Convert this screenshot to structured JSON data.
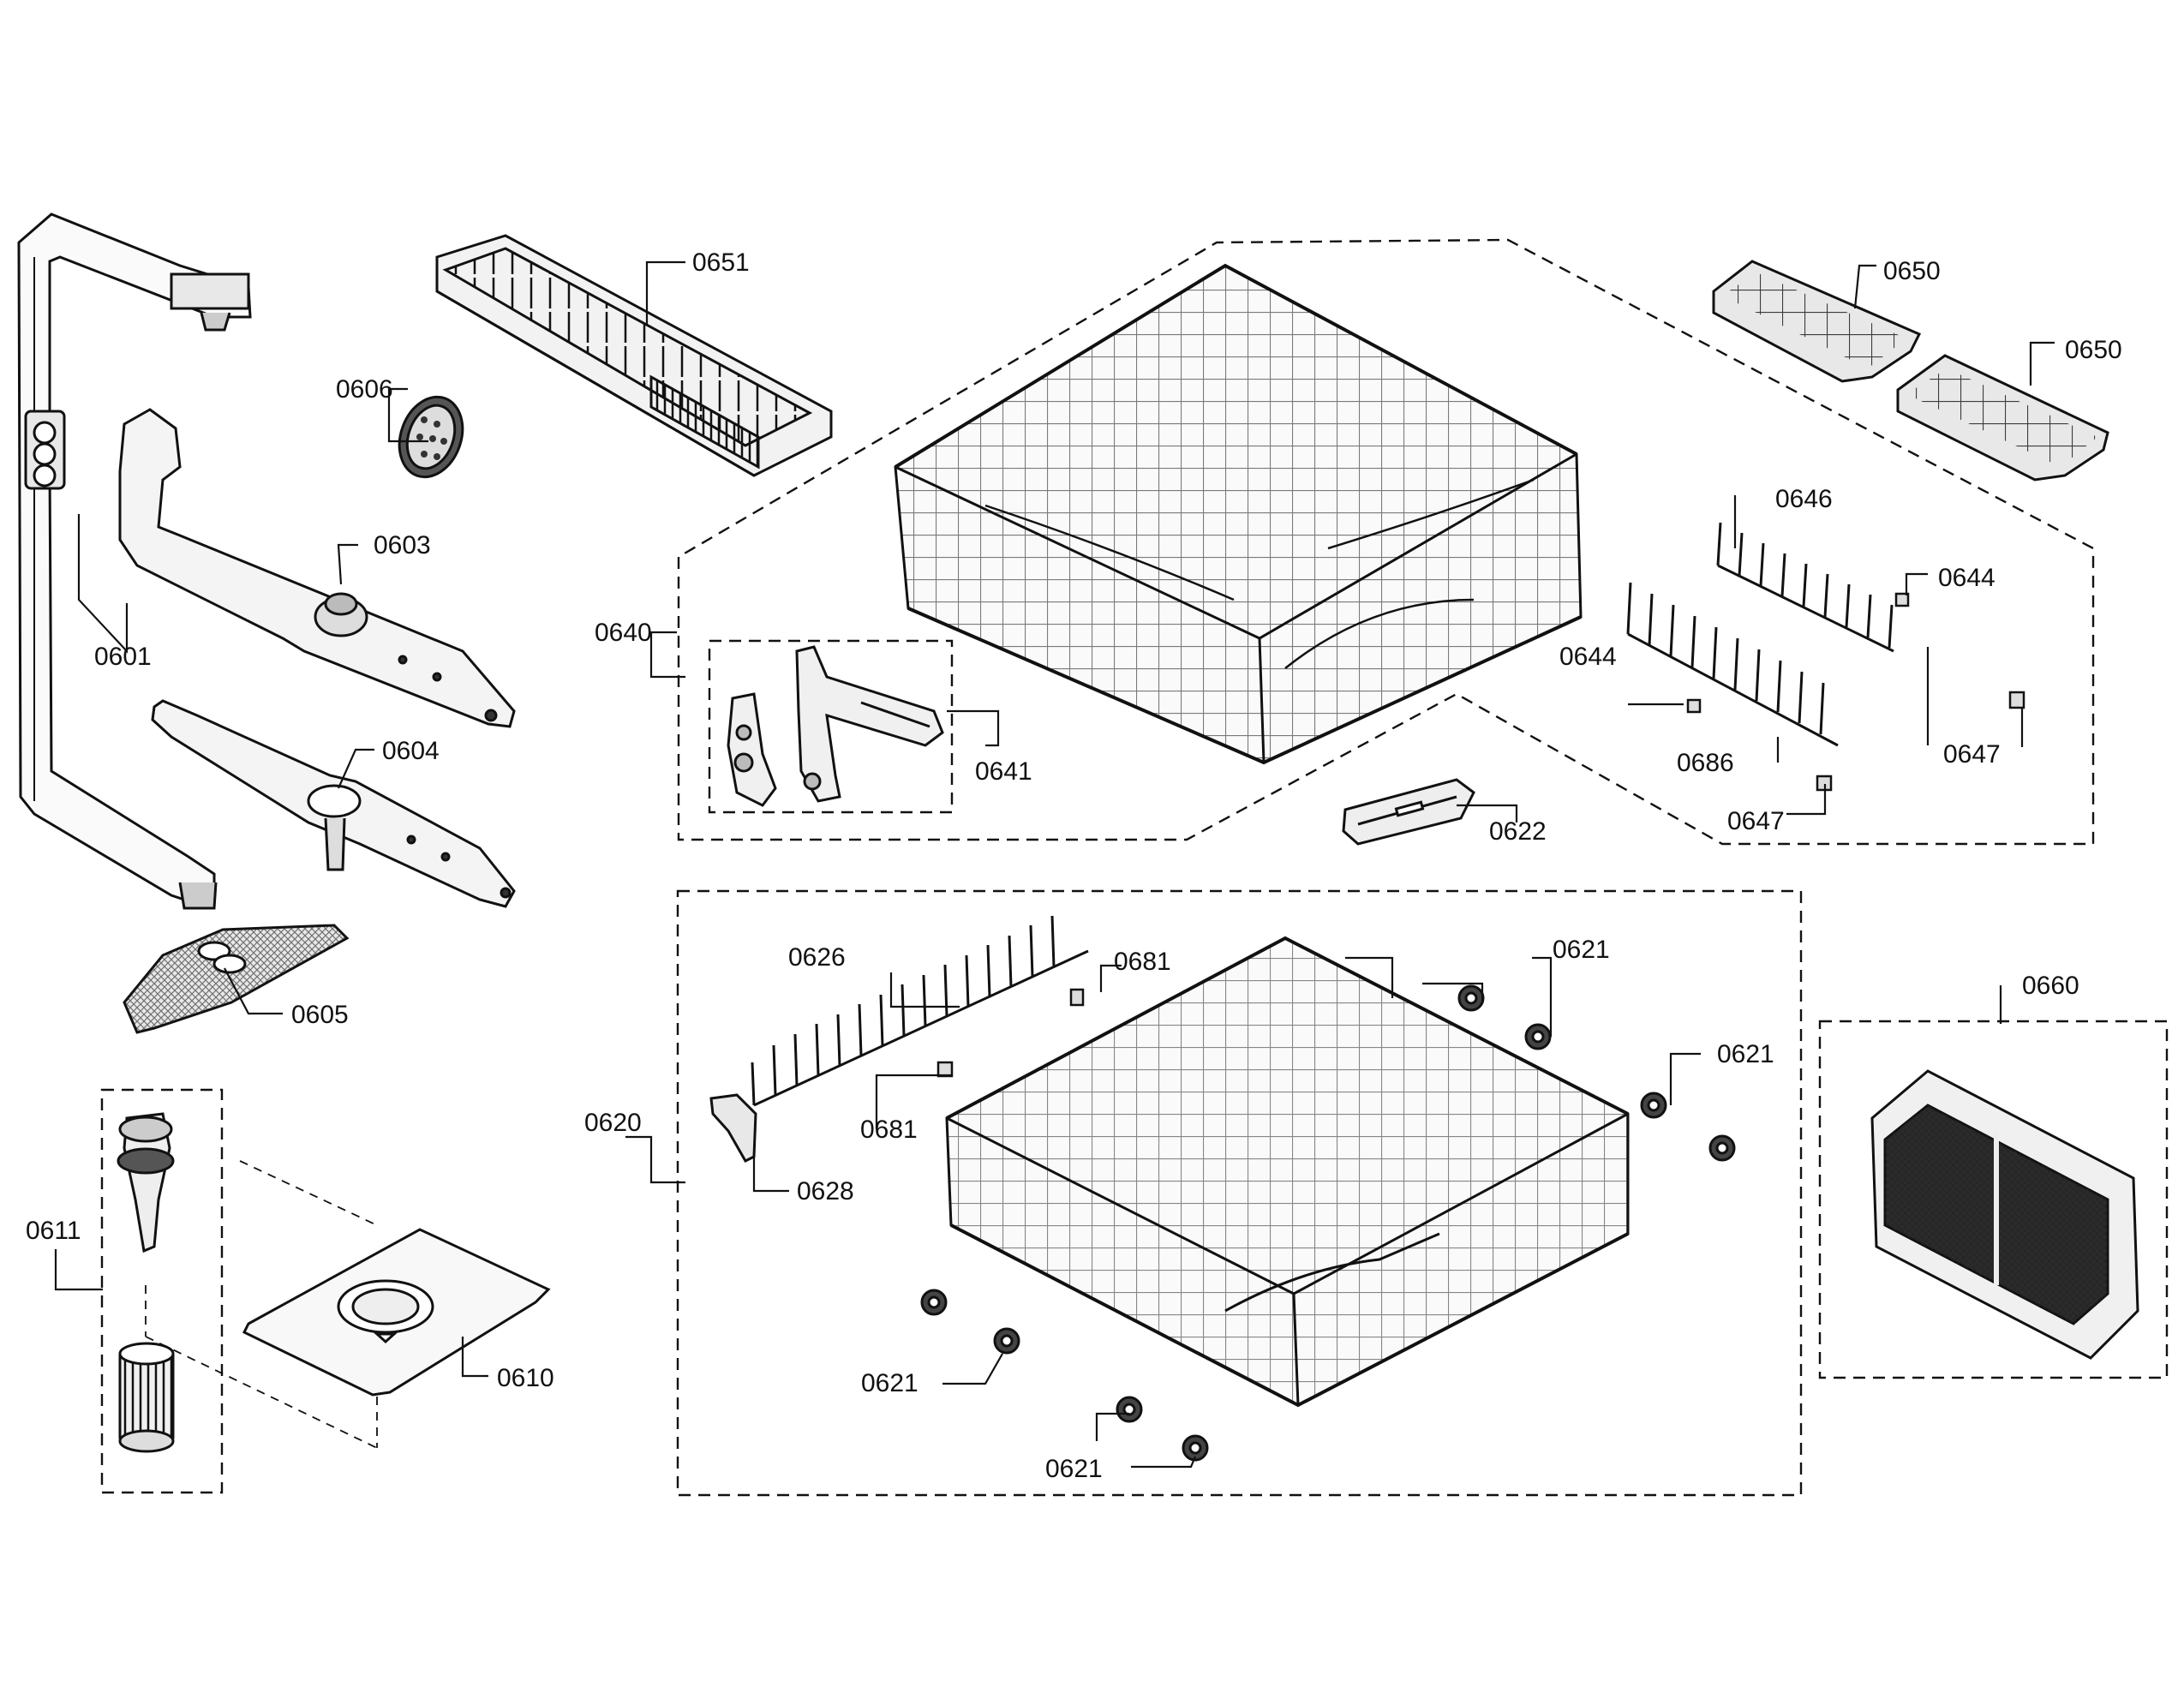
{
  "diagram": {
    "colors": {
      "ink": "#111111",
      "fill_light": "#f2f2f2",
      "fill_mid": "#bdbdbd",
      "fill_dark": "#333333",
      "background": "#ffffff"
    },
    "groups": [
      {
        "id": "upper-rack-assembly",
        "label": "0640"
      },
      {
        "id": "rack-adjuster-set",
        "label": "0641"
      },
      {
        "id": "upper-rack-accessories",
        "label": ""
      },
      {
        "id": "lower-rack-assembly",
        "label": "0620"
      },
      {
        "id": "silverware-basket-box",
        "label": "0660"
      },
      {
        "id": "filter-assembly",
        "label": "0611"
      }
    ],
    "callouts": {
      "c0601": "0601",
      "c0603": "0603",
      "c0604": "0604",
      "c0605": "0605",
      "c0606": "0606",
      "c0610": "0610",
      "c0611": "0611",
      "c0620": "0620",
      "c0621a": "0621",
      "c0621b": "0621",
      "c0621c": "0621",
      "c0621d": "0621",
      "c0622": "0622",
      "c0626": "0626",
      "c0628": "0628",
      "c0640": "0640",
      "c0641": "0641",
      "c0644a": "0644",
      "c0644b": "0644",
      "c0646": "0646",
      "c0647a": "0647",
      "c0647b": "0647",
      "c0650a": "0650",
      "c0650b": "0650",
      "c0651": "0651",
      "c0660": "0660",
      "c0681a": "0681",
      "c0681b": "0681",
      "c0686": "0686"
    }
  }
}
